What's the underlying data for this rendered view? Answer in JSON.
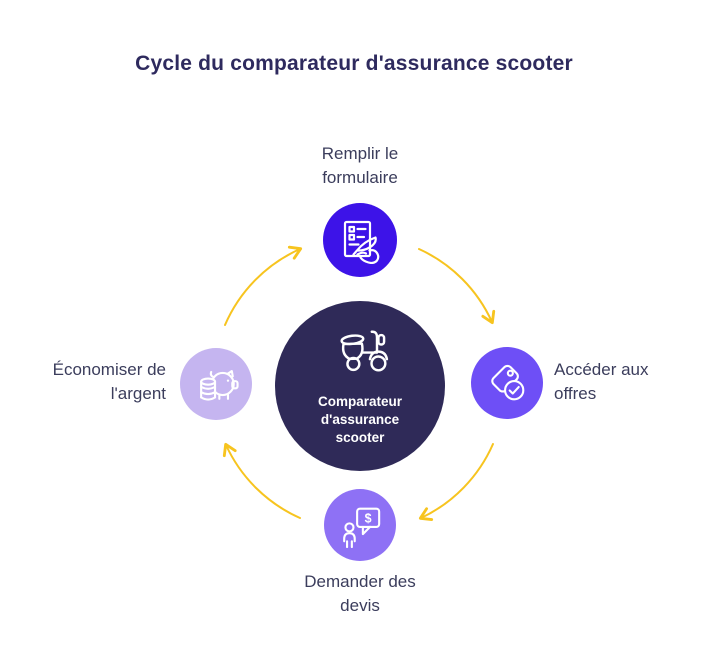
{
  "title": "Cycle du comparateur d'assurance scooter",
  "center": {
    "label": "Comparateur\nd'assurance\nscooter",
    "icon": "scooter-icon",
    "color": "#2F2A58"
  },
  "nodes": [
    {
      "position": "top",
      "label": "Remplir le\nformulaire",
      "icon": "form-pen-icon",
      "color": "#3D13E8"
    },
    {
      "position": "right",
      "label": "Accéder aux\noffres",
      "icon": "price-tag-check-icon",
      "color": "#6E4FF6"
    },
    {
      "position": "bottom",
      "label": "Demander des\ndevis",
      "icon": "quote-chat-icon",
      "color": "#8E71F5"
    },
    {
      "position": "left",
      "label": "Économiser de\nl'argent",
      "icon": "piggy-bank-icon",
      "color": "#C5B5F0"
    }
  ],
  "cycle": {
    "direction": "clockwise",
    "arrow_color": "#F7C41F"
  },
  "colors": {
    "background": "#FFFFFF",
    "title_text": "#2E2A5E",
    "label_text": "#3B3D5C"
  }
}
